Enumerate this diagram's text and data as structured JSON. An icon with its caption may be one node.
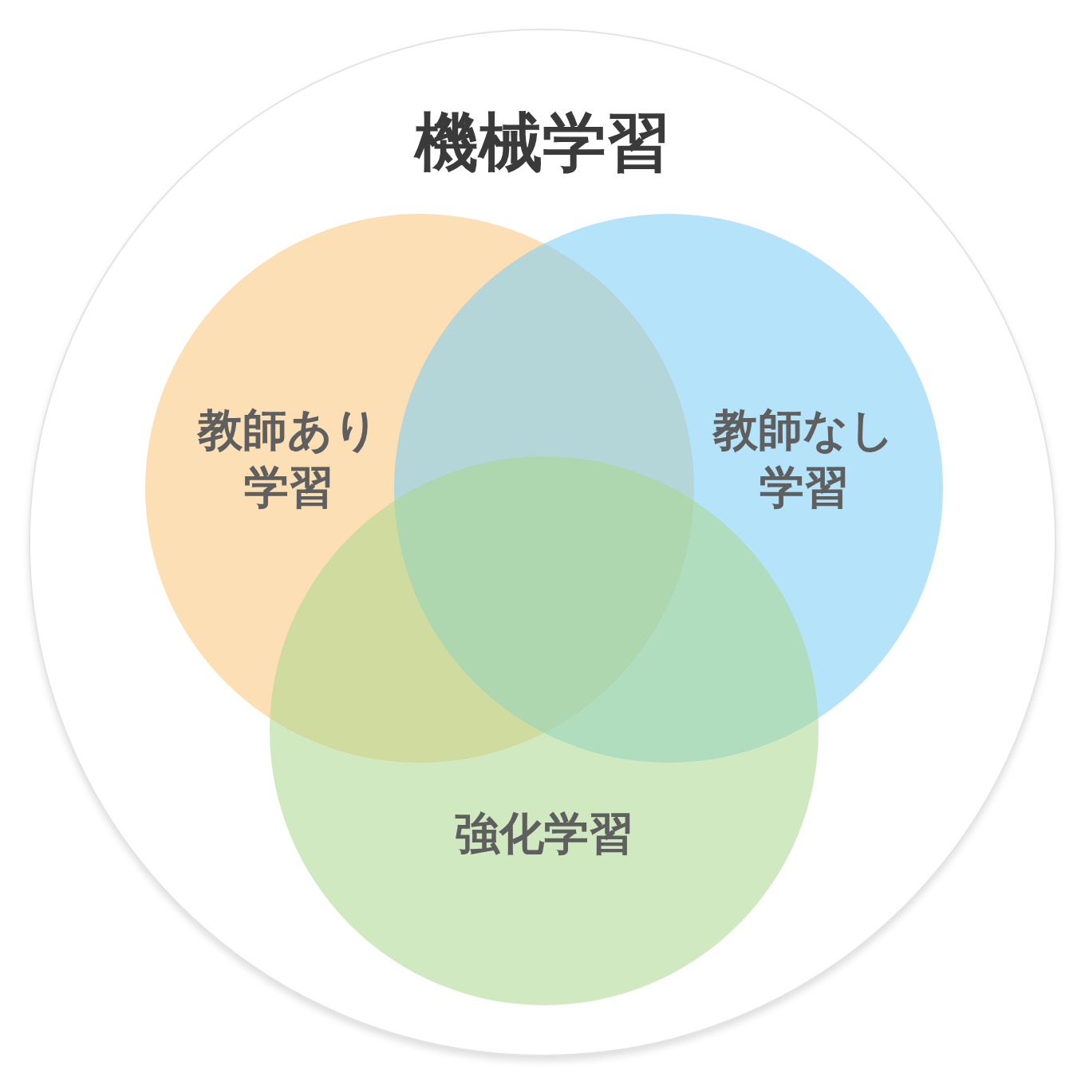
{
  "diagram": {
    "nodes": [
      {
        "text": [
          "機械学習"
        ]
      },
      {
        "text": [
          "教師あり学習"
        ],
        "in": 0
      },
      {
        "text": [
          "教師なし学習"
        ],
        "in": 0
      },
      {
        "text": [
          "強化学習"
        ],
        "in": 0
      }
    ]
  }
}
